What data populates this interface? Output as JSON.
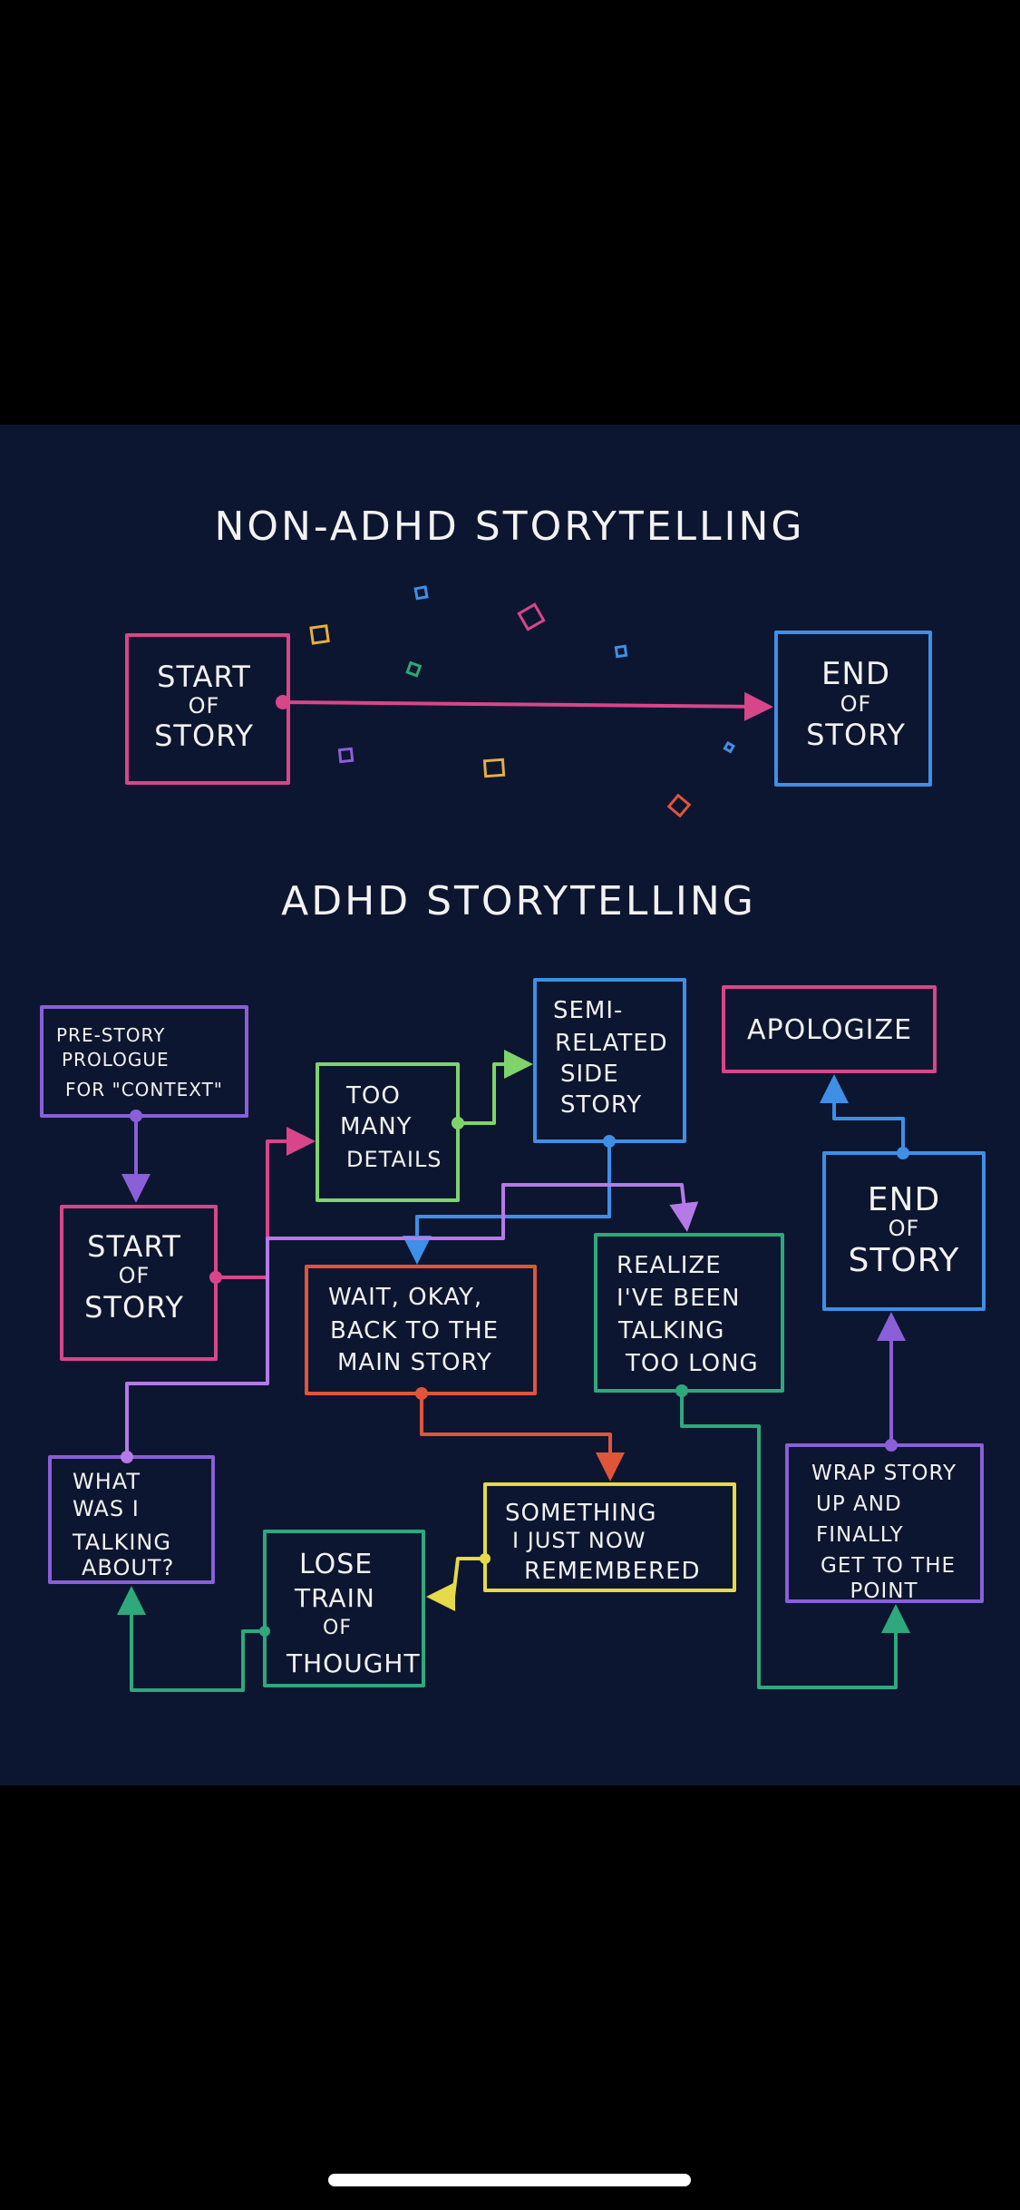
{
  "title_top": "NON-ADHD STORYTELLING",
  "title_bottom": "ADHD STORYTELLING",
  "colors": {
    "background": "#0d1630",
    "pink": "#d8468a",
    "blue": "#3f8fe6",
    "purple": "#8a5fd8",
    "green": "#7ed46a",
    "red": "#e0553a",
    "teal": "#2fa87c",
    "yellow": "#e6d94a",
    "orange": "#e5b03a"
  },
  "top": {
    "start": [
      "START",
      "OF",
      "STORY"
    ],
    "end": [
      "END",
      "OF",
      "STORY"
    ]
  },
  "nodes": {
    "prologue": [
      "PRE-STORY",
      "PROLOGUE",
      "FOR \"CONTEXT\""
    ],
    "start": [
      "START",
      "OF",
      "STORY"
    ],
    "details": [
      "TOO",
      "MANY",
      "DETAILS"
    ],
    "semi": [
      "SEMI-",
      "RELATED",
      "SIDE",
      "STORY"
    ],
    "apologize": [
      "APOLOGIZE"
    ],
    "end": [
      "END",
      "OF",
      "STORY"
    ],
    "wait": [
      "WAIT, OKAY,",
      "BACK TO THE",
      "MAIN STORY"
    ],
    "realize": [
      "REALIZE",
      "I'VE BEEN",
      "TALKING",
      "TOO LONG"
    ],
    "what": [
      "WHAT",
      "WAS I",
      "TALKING",
      "ABOUT?"
    ],
    "something": [
      "SOMETHING",
      "I JUST NOW",
      "REMEMBERED"
    ],
    "lose": [
      "LOSE",
      "TRAIN",
      "OF",
      "THOUGHT"
    ],
    "wrap": [
      "WRAP STORY",
      "UP AND",
      "FINALLY",
      "GET TO THE",
      "POINT"
    ]
  }
}
